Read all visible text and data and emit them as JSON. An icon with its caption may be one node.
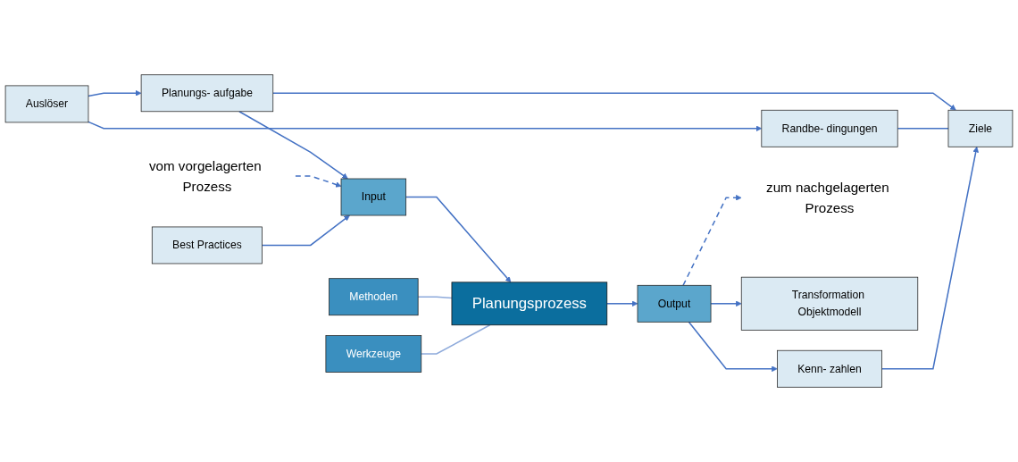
{
  "diagram": {
    "nodes": [
      {
        "text": [
          "Auslöser"
        ]
      },
      {
        "text": [
          "Planungs- aufgabe"
        ]
      },
      {
        "text": [
          "Randbe- dingungen"
        ]
      },
      {
        "text": [
          "Ziele"
        ]
      },
      {
        "text": [
          "Kenn- zahlen"
        ]
      },
      {
        "text": [
          "Methoden"
        ]
      },
      {
        "text": [
          "vom vorgelagerten Prozess"
        ]
      },
      {
        "text": [
          "Input"
        ]
      },
      {
        "text": [
          "Planungsprozess"
        ]
      },
      {
        "text": [
          "Output"
        ]
      },
      {
        "text": [
          "zum nachgelagerten Prozess"
        ]
      },
      {
        "text": [
          "Werkzeuge"
        ]
      },
      {
        "text": [
          "Best Practices"
        ]
      },
      {
        "text": [
          "Transformation Objektmodell"
        ]
      }
    ],
    "edges": [
      {
        "from": 0,
        "to": 1,
        "arrow": "to"
      },
      {
        "from": 0,
        "to": 2,
        "arrow": "to"
      },
      {
        "from": 1,
        "to": 3,
        "arrow": "to"
      },
      {
        "from": 1,
        "to": 7,
        "arrow": "to"
      },
      {
        "from": 2,
        "to": 3,
        "arrow": "none"
      },
      {
        "from": 4,
        "to": 3,
        "arrow": "to"
      },
      {
        "from": 6,
        "to": 7,
        "arrow": "to",
        "style": "dashed"
      },
      {
        "from": 12,
        "to": 7,
        "arrow": "to"
      },
      {
        "from": 7,
        "to": 8,
        "arrow": "to"
      },
      {
        "from": 5,
        "to": 8,
        "arrow": "none",
        "color": "#8eaadb"
      },
      {
        "from": 11,
        "to": 8,
        "arrow": "none",
        "color": "#8eaadb"
      },
      {
        "from": 8,
        "to": 9,
        "arrow": "to"
      },
      {
        "from": 9,
        "to": 4,
        "arrow": "to"
      },
      {
        "from": 9,
        "to": 13,
        "arrow": "to"
      },
      {
        "from": 9,
        "to": 10,
        "arrow": "to",
        "style": "dashed"
      }
    ]
  }
}
